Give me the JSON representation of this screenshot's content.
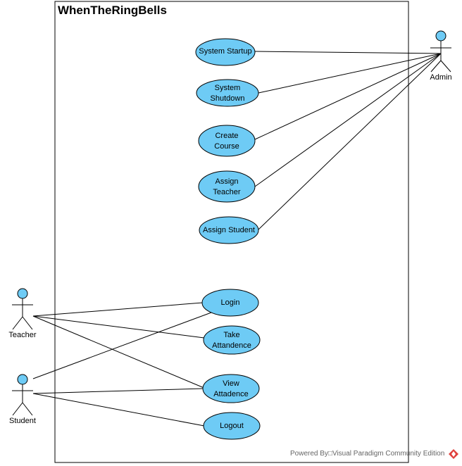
{
  "system": {
    "title": "WhenTheRingBells"
  },
  "actors": {
    "admin": "Admin",
    "teacher": "Teacher",
    "student": "Student"
  },
  "use_cases": {
    "system_startup": "System Startup",
    "system_shutdown": "System Shutdown",
    "create_course": "Create Course",
    "assign_teacher": "Assign Teacher",
    "assign_student": "Assign Student",
    "login": "Login",
    "take_attendance": "Take Attandence",
    "view_attendance": "View Attadence",
    "logout": "Logout"
  },
  "footer": {
    "text": "Powered By□Visual Paradigm Community Edition"
  },
  "colors": {
    "use_case_fill": "#6ecbf5",
    "actor_head_fill": "#6ecbf5",
    "line": "#000000",
    "logo": "#e0403c"
  }
}
